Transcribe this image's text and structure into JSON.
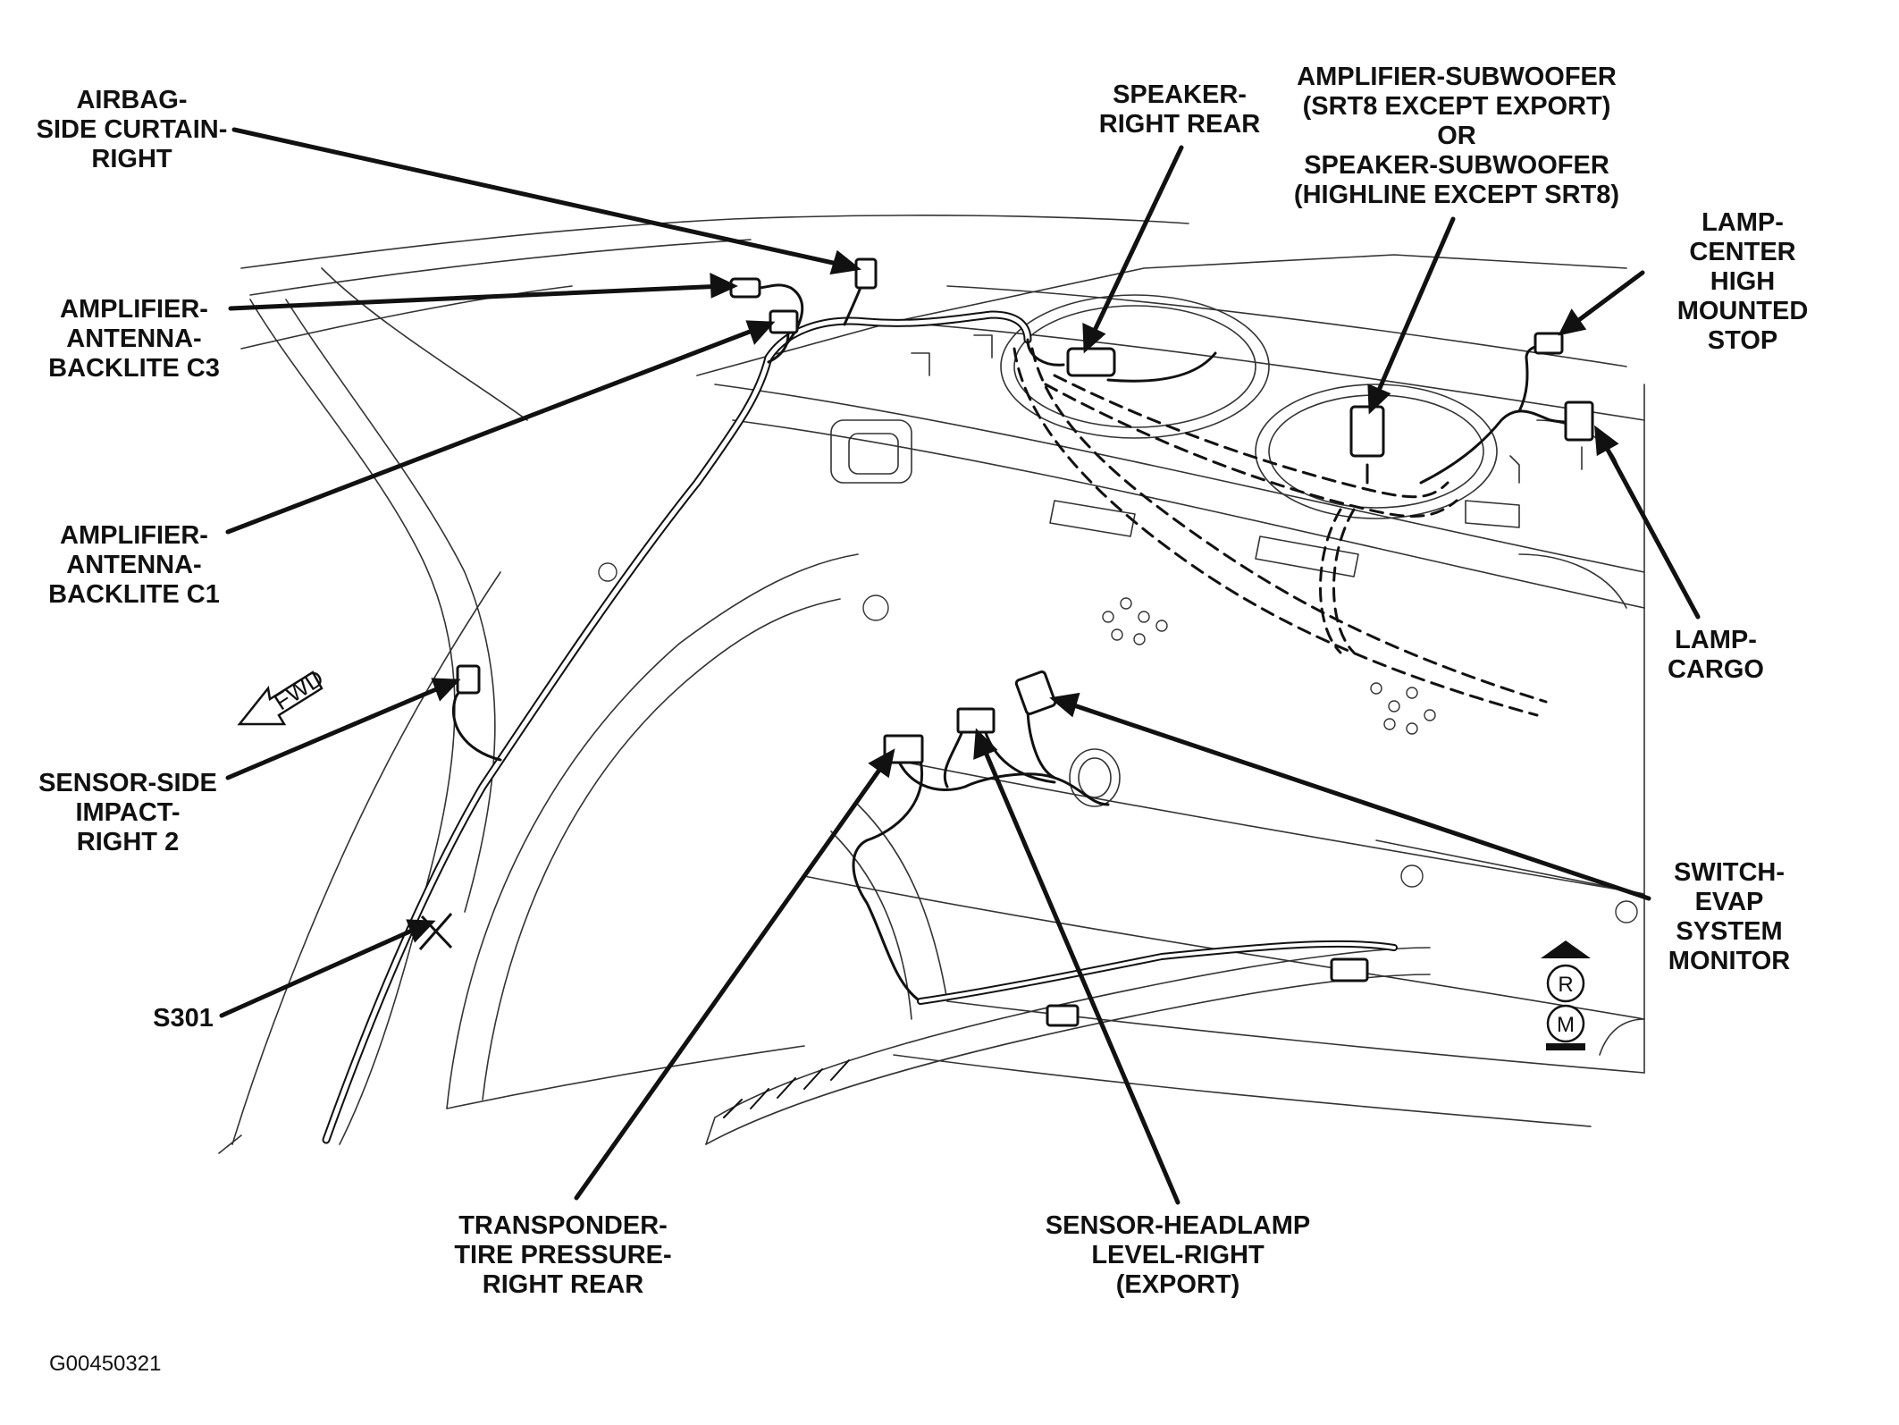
{
  "labels": {
    "airbag": [
      "AIRBAG-",
      "SIDE CURTAIN-",
      "RIGHT"
    ],
    "amp_c3": [
      "AMPLIFIER-",
      "ANTENNA-",
      "BACKLITE C3"
    ],
    "amp_c1": [
      "AMPLIFIER-",
      "ANTENNA-",
      "BACKLITE C1"
    ],
    "sensor_impact": [
      "SENSOR-SIDE",
      "IMPACT-",
      "RIGHT 2"
    ],
    "s301": [
      "S301"
    ],
    "transponder": [
      "TRANSPONDER-",
      "TIRE PRESSURE-",
      "RIGHT REAR"
    ],
    "headlamp": [
      "SENSOR-HEADLAMP",
      "LEVEL-RIGHT",
      "(EXPORT)"
    ],
    "speaker": [
      "SPEAKER-",
      "RIGHT REAR"
    ],
    "subwoofer": [
      "AMPLIFIER-SUBWOOFER",
      "(SRT8 EXCEPT EXPORT)",
      "OR",
      "SPEAKER-SUBWOOFER",
      "(HIGHLINE EXCEPT SRT8)"
    ],
    "chmsl": [
      "LAMP-",
      "CENTER",
      "HIGH",
      "MOUNTED",
      "STOP"
    ],
    "cargo": [
      "LAMP-",
      "CARGO"
    ],
    "evap": [
      "SWITCH-",
      "EVAP",
      "SYSTEM",
      "MONITOR"
    ]
  },
  "fwd": "FWD",
  "rm_badge": [
    "R",
    "M"
  ],
  "figure_id": "G00450321",
  "colors": {
    "ink": "#111111",
    "paper": "#ffffff"
  }
}
